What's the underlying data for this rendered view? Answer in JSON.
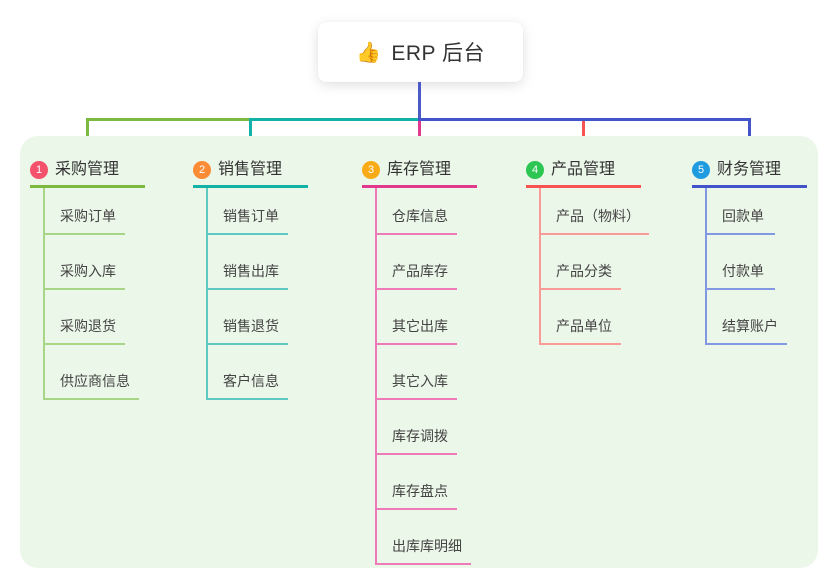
{
  "root": {
    "icon": "👍",
    "label": "ERP 后台"
  },
  "colors": {
    "panel_bg": "#ebf7e8",
    "trunk_blue": "#4a5ac8",
    "connector_green": "#7cb93f",
    "connector_teal": "#12b2a6",
    "connector_magenta": "#e0398e",
    "connector_red": "#f75353",
    "connector_blue": "#4353c9"
  },
  "branches": [
    {
      "number": "1",
      "label": "采购管理",
      "badge_color": "#f4516c",
      "line_color": "#7cb93f",
      "light_line_color": "#a9d686",
      "items": [
        "采购订单",
        "采购入库",
        "采购退货",
        "供应商信息"
      ]
    },
    {
      "number": "2",
      "label": "销售管理",
      "badge_color": "#fb8c35",
      "line_color": "#12b2a6",
      "light_line_color": "#5ec9c0",
      "items": [
        "销售订单",
        "销售出库",
        "销售退货",
        "客户信息"
      ]
    },
    {
      "number": "3",
      "label": "库存管理",
      "badge_color": "#f9ab17",
      "line_color": "#e0398e",
      "light_line_color": "#ef7ab8",
      "items": [
        "仓库信息",
        "产品库存",
        "其它出库",
        "其它入库",
        "库存调拨",
        "库存盘点",
        "出库库明细"
      ]
    },
    {
      "number": "4",
      "label": "产品管理",
      "badge_color": "#2dc653",
      "line_color": "#f75353",
      "light_line_color": "#f99c97",
      "items": [
        "产品（物料）",
        "产品分类",
        "产品单位"
      ]
    },
    {
      "number": "5",
      "label": "财务管理",
      "badge_color": "#1f9ce0",
      "line_color": "#4353c9",
      "light_line_color": "#8298e2",
      "items": [
        "回款单",
        "付款单",
        "结算账户"
      ]
    }
  ]
}
